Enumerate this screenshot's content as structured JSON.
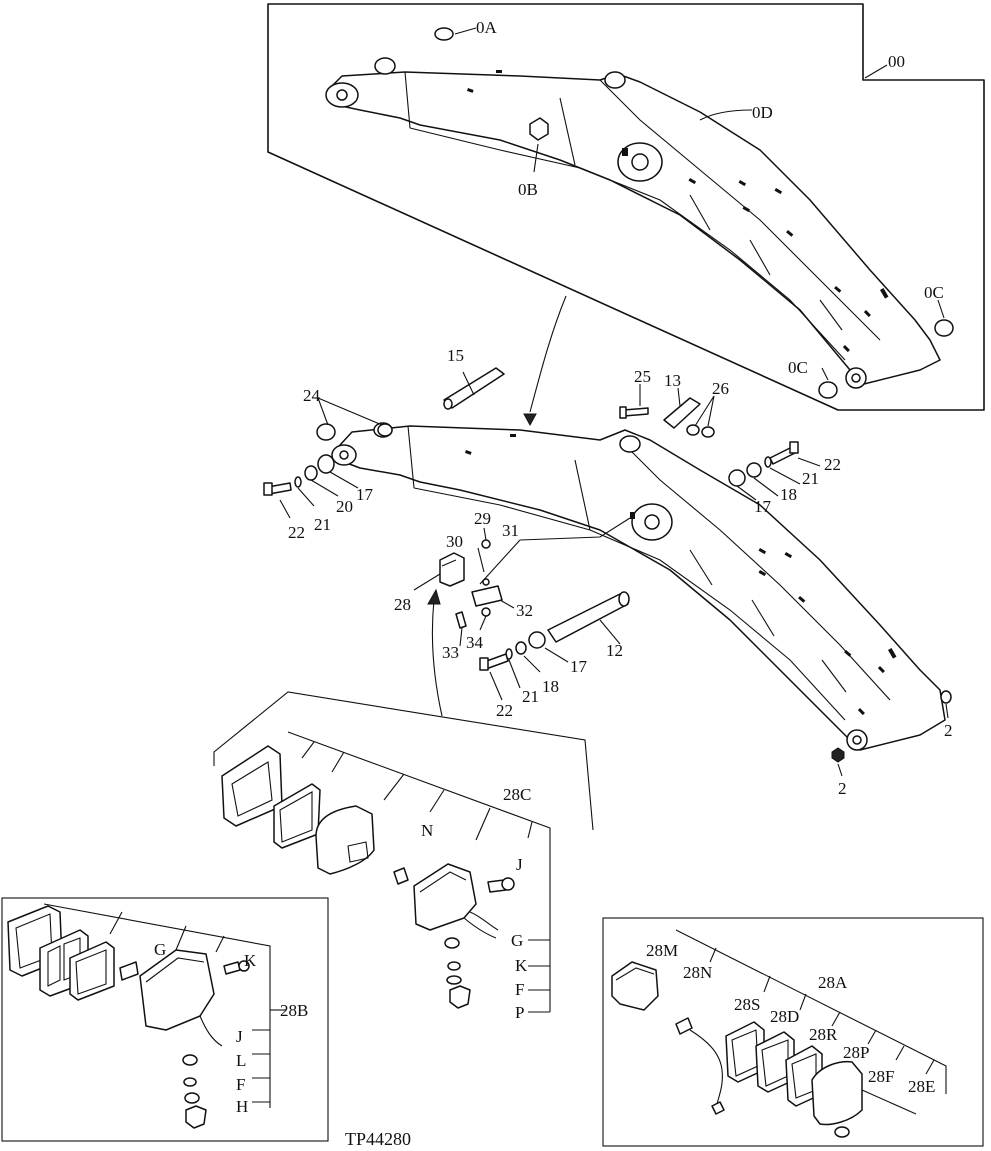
{
  "figure_id": "TP44280",
  "labels": {
    "l00": "00",
    "l0A": "0A",
    "l0B": "0B",
    "l0C_a": "0C",
    "l0C_b": "0C",
    "l0D": "0D",
    "l15": "15",
    "l24": "24",
    "l25": "25",
    "l13": "13",
    "l26": "26",
    "l22_a": "22",
    "l21_a": "21",
    "l20": "20",
    "l17_a": "17",
    "l17_b": "17",
    "l18_a": "18",
    "l21_b": "21",
    "l22_b": "22",
    "l29": "29",
    "l30": "30",
    "l31": "31",
    "l28": "28",
    "l32": "32",
    "l33": "33",
    "l34": "34",
    "l12": "12",
    "l17_c": "17",
    "l18_b": "18",
    "l21_c": "21",
    "l22_c": "22",
    "l2_a": "2",
    "l2_b": "2",
    "l28C": "28C",
    "lN_c": "N",
    "lJ_c": "J",
    "lG_c": "G",
    "lK_c": "K",
    "lF_c": "F",
    "lP_c": "P",
    "l28B": "28B",
    "lG_b": "G",
    "lK_b": "K",
    "lJ_b": "J",
    "lL_b": "L",
    "lF_b": "F",
    "lH_b": "H",
    "l28M": "28M",
    "l28N": "28N",
    "l28A": "28A",
    "l28S": "28S",
    "l28D": "28D",
    "l28R": "28R",
    "l28P": "28P",
    "l28F": "28F",
    "l28E": "28E"
  }
}
